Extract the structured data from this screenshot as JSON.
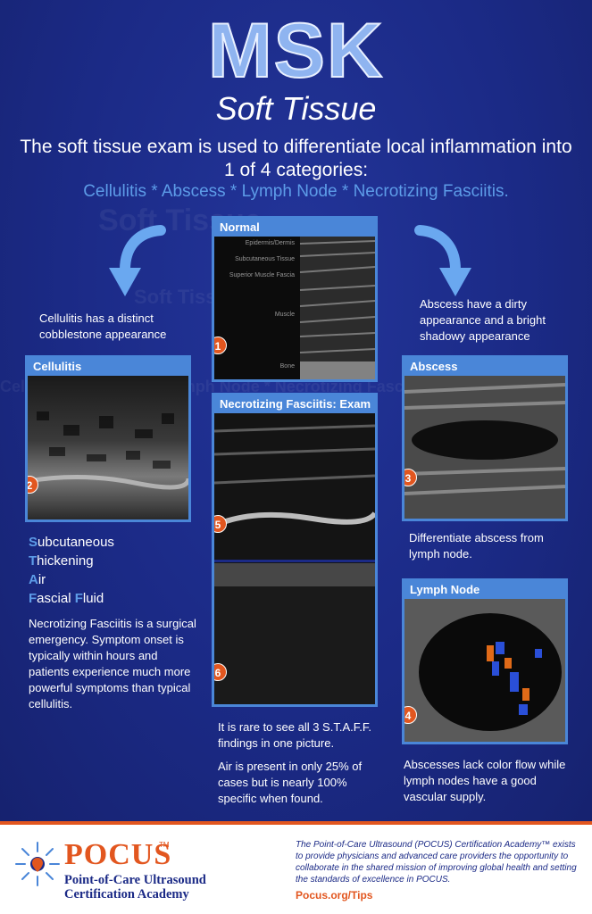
{
  "header": {
    "title": "MSK",
    "subtitle": "Soft Tissue",
    "intro": "The soft tissue exam is used to differentiate local inflammation into 1 of 4 categories:",
    "categories": "Cellulitis * Abscess * Lymph Node * Necrotizing Fasciitis."
  },
  "left": {
    "caption": "Cellulitis has a distinct cobblestone appearance",
    "panel_title": "Cellulitis",
    "badge": "2",
    "staff": [
      {
        "first": "S",
        "rest": "ubcutaneous"
      },
      {
        "first": "T",
        "rest": "hickening"
      },
      {
        "first": "A",
        "rest": "ir"
      },
      {
        "first": "F",
        "rest": "ascial ",
        "first2": "F",
        "rest2": "luid"
      }
    ],
    "body": "Necrotizing Fasciitis is a surgical emergency. Symptom onset is typically within hours and patients experience much more powerful symptoms than typical cellulitis."
  },
  "center": {
    "normal_title": "Normal",
    "normal_labels": [
      "Epidermis/Dermis",
      "Subcutaneous Tissue",
      "Superior Muscle Fascia",
      "Muscle",
      "Bone"
    ],
    "normal_badge": "1",
    "nf_title": "Necrotizing Fasciitis: Exam",
    "nf_badge_top": "5",
    "nf_badge_bottom": "6",
    "note1": "It is rare to see all 3 S.T.A.F.F. findings in one picture.",
    "note2": "Air is present in only 25% of cases but is nearly 100% specific when found."
  },
  "right": {
    "caption": "Abscess have a dirty appearance and a bright shadowy appearance",
    "abscess_title": "Abscess",
    "abscess_badge": "3",
    "abscess_note": "Differentiate abscess from lymph node.",
    "lymph_title": "Lymph Node",
    "lymph_badge": "4",
    "lymph_note": "Abscesses lack color flow while lymph nodes have a good vascular supply."
  },
  "footer": {
    "logo": "POCUS",
    "tm": "TM",
    "logo_line1": "Point-of-Care Ultrasound",
    "logo_line2": "Certification Academy",
    "description": "The Point-of-Care Ultrasound (POCUS) Certification Academy™ exists to provide physicians and advanced care providers the opportunity to collaborate in the shared mission of improving global health and setting the standards of excellence in POCUS.",
    "link": "Pocus.org/Tips"
  },
  "colors": {
    "background": "#1b2a86",
    "accent_blue": "#4a86d8",
    "highlight_blue": "#5d9ce8",
    "orange": "#e2561f"
  }
}
